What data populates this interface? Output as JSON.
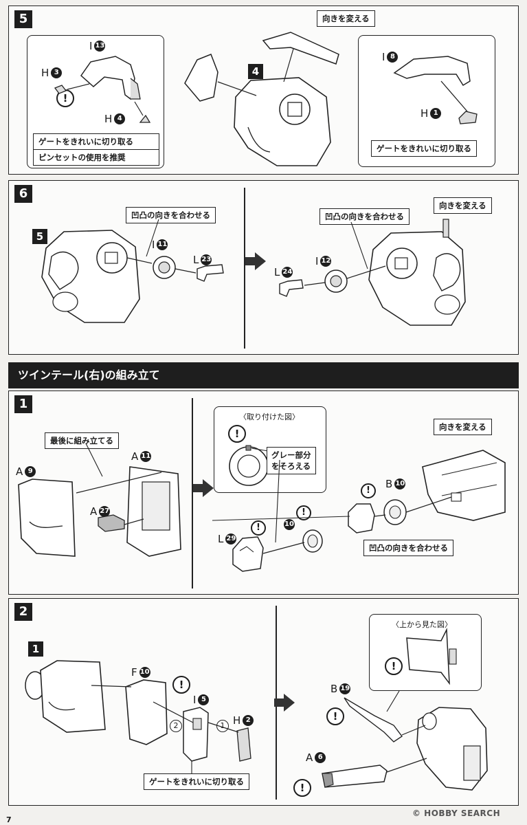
{
  "page_number": "7",
  "watermark": "© HOBBY SEARCH",
  "section_heading": "ツインテール(右)の組み立て",
  "head_steps": {
    "step5": {
      "number": "5",
      "sub_ref": "4",
      "left_box": {
        "part_i13": {
          "letter": "I",
          "num": "13"
        },
        "part_h3": {
          "letter": "H",
          "num": "3"
        },
        "part_h4": {
          "letter": "H",
          "num": "4"
        },
        "note_gate": "ゲートをきれいに切り取る",
        "note_tweezers": "ピンセットの使用を推奨"
      },
      "top_label": "向きを変える",
      "right_box": {
        "part_i8": {
          "letter": "I",
          "num": "8"
        },
        "part_h1": {
          "letter": "H",
          "num": "1"
        },
        "note_gate": "ゲートをきれいに切り取る"
      }
    },
    "step6": {
      "number": "6",
      "sub_ref": "5",
      "left": {
        "label_align": "凹凸の向きを合わせる",
        "part_i11": {
          "letter": "I",
          "num": "11"
        },
        "part_l23": {
          "letter": "L",
          "num": "23"
        }
      },
      "right": {
        "label_align": "凹凸の向きを合わせる",
        "label_turn": "向きを変える",
        "part_l24": {
          "letter": "L",
          "num": "24"
        },
        "part_i12": {
          "letter": "I",
          "num": "12"
        }
      }
    }
  },
  "tail_steps": {
    "step1": {
      "number": "1",
      "label_last": "最後に組み立てる",
      "part_a9": {
        "letter": "A",
        "num": "9"
      },
      "part_a11": {
        "letter": "A",
        "num": "11"
      },
      "part_a27": {
        "letter": "A",
        "num": "27"
      },
      "inset_title": "〈取り付けた図〉",
      "inset_note_line1": "グレー部分",
      "inset_note_line2": "をそろえる",
      "part_l29": {
        "letter": "L",
        "num": "29"
      },
      "part_10_num": "10",
      "part_b10": {
        "letter": "B",
        "num": "10"
      },
      "label_turn": "向きを変える",
      "label_align": "凹凸の向きを合わせる"
    },
    "step2": {
      "number": "2",
      "sub_ref": "1",
      "part_f10": {
        "letter": "F",
        "num": "10"
      },
      "part_i5": {
        "letter": "I",
        "num": "5"
      },
      "part_h2": {
        "letter": "H",
        "num": "2"
      },
      "seq_1": "1",
      "seq_2": "2",
      "note_gate": "ゲートをきれいに切り取る",
      "inset_title": "〈上から見た図〉",
      "part_b19": {
        "letter": "B",
        "num": "19"
      },
      "part_a6": {
        "letter": "A",
        "num": "6"
      }
    }
  },
  "icons": {
    "caution": "!",
    "step_arrow": "right-arrow-icon"
  }
}
